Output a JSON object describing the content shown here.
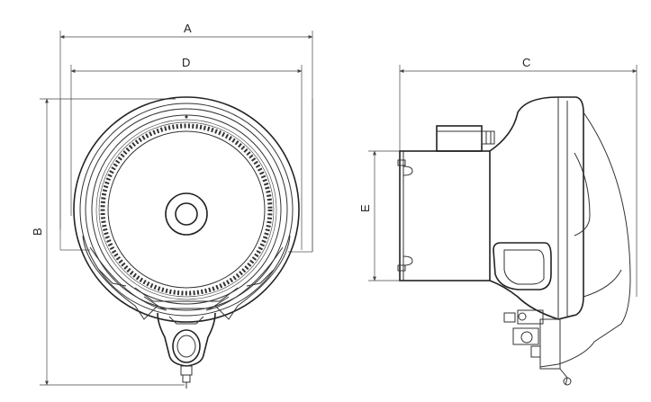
{
  "dimensions": {
    "a": "A",
    "b": "B",
    "c": "C",
    "d": "D",
    "e": "E"
  },
  "views": {
    "front": "front-view",
    "side": "side-view"
  }
}
